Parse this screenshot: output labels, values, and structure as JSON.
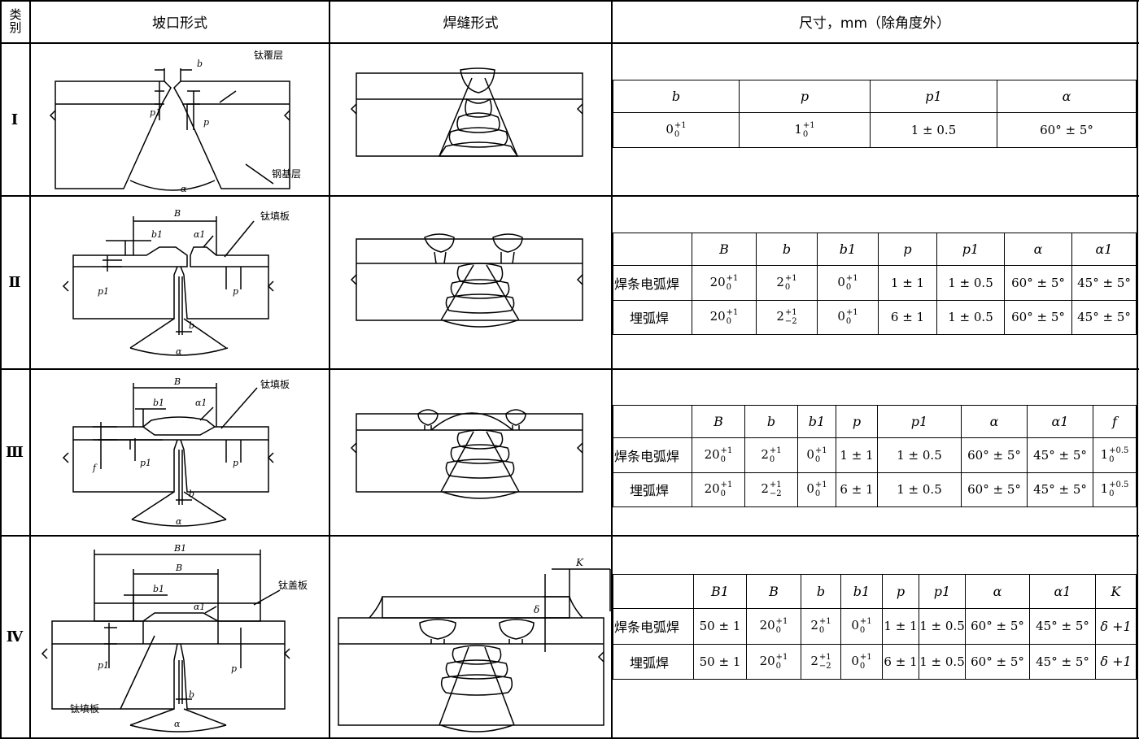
{
  "header": {
    "category": "类别",
    "groove": "坡口形式",
    "weld": "焊缝形式",
    "dims": "尺寸，mm（除角度外）"
  },
  "rows": [
    {
      "id": "Ⅰ",
      "groove_labels": {
        "b": "b",
        "p1": "p1",
        "p": "p",
        "alpha": "α",
        "clad": "钛覆层",
        "base": "钢基层"
      },
      "table": {
        "headers": [
          "b",
          "p",
          "p1",
          "α"
        ],
        "values": [
          [
            "0|+1|0",
            "1|+1|0",
            "1 ± 0.5",
            "60° ± 5°"
          ]
        ]
      }
    },
    {
      "id": "Ⅱ",
      "groove_labels": {
        "B": "B",
        "b1": "b1",
        "alpha1": "α1",
        "p1": "p1",
        "p": "p",
        "b": "b",
        "alpha": "α",
        "fill": "钛填板"
      },
      "table": {
        "headers": [
          "",
          "B",
          "b",
          "b1",
          "p",
          "p1",
          "α",
          "α1"
        ],
        "rows": [
          {
            "label": "焊条电弧焊",
            "values": [
              "20|+1|0",
              "2|+1|0",
              "0|+1|0",
              "1 ± 1",
              "1 ± 0.5",
              "60° ± 5°",
              "45° ± 5°"
            ]
          },
          {
            "label": "埋弧焊",
            "values": [
              "20|+1|0",
              "2|+1|−2",
              "0|+1|0",
              "6 ± 1",
              "1 ± 0.5",
              "60° ± 5°",
              "45° ± 5°"
            ]
          }
        ]
      }
    },
    {
      "id": "Ⅲ",
      "groove_labels": {
        "B": "B",
        "b1": "b1",
        "alpha1": "α1",
        "f": "f",
        "p1": "p1",
        "p": "p",
        "b": "b",
        "alpha": "α",
        "fill": "钛填板"
      },
      "table": {
        "headers": [
          "",
          "B",
          "b",
          "b1",
          "p",
          "p1",
          "α",
          "α1",
          "f"
        ],
        "rows": [
          {
            "label": "焊条电弧焊",
            "values": [
              "20|+1|0",
              "2|+1|0",
              "0|+1|0",
              "1 ± 1",
              "1 ± 0.5",
              "60° ± 5°",
              "45° ± 5°",
              "1|+0.5|0"
            ]
          },
          {
            "label": "埋弧焊",
            "values": [
              "20|+1|0",
              "2|+1|−2",
              "0|+1|0",
              "6 ± 1",
              "1 ± 0.5",
              "60° ± 5°",
              "45° ± 5°",
              "1|+0.5|0"
            ]
          }
        ]
      }
    },
    {
      "id": "Ⅳ",
      "groove_labels": {
        "B1": "B1",
        "B": "B",
        "b1": "b1",
        "alpha1": "α1",
        "p1": "p1",
        "p": "p",
        "b": "b",
        "alpha": "α",
        "cover": "钛盖板",
        "fill": "钛填板",
        "K": "K",
        "delta": "δ"
      },
      "table": {
        "headers": [
          "",
          "B1",
          "B",
          "b",
          "b1",
          "p",
          "p1",
          "α",
          "α1",
          "K"
        ],
        "rows": [
          {
            "label": "焊条电弧焊",
            "values": [
              "50 ± 1",
              "20|+1|0",
              "2|+1|0",
              "0|+1|0",
              "1 ± 1",
              "1 ± 0.5",
              "60° ± 5°",
              "45° ± 5°",
              "δ +1"
            ]
          },
          {
            "label": "埋弧焊",
            "values": [
              "50 ± 1",
              "20|+1|0",
              "2|+1|−2",
              "0|+1|0",
              "6 ± 1",
              "1 ± 0.5",
              "60° ± 5°",
              "45° ± 5°",
              "δ +1"
            ]
          }
        ]
      }
    }
  ]
}
